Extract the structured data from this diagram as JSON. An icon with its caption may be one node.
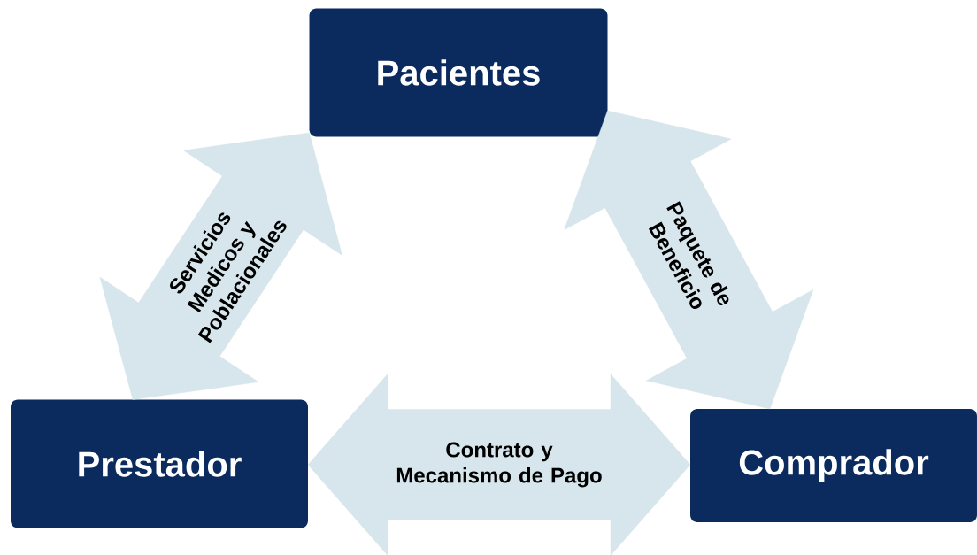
{
  "diagram": {
    "nodes": [
      {
        "text": [
          "Pacientes"
        ]
      },
      {
        "text": [
          "Prestador"
        ]
      },
      {
        "text": [
          "Comprador"
        ]
      }
    ],
    "edges": [
      {
        "from": 1,
        "to": 0,
        "arrow": "both",
        "label": "Servicios Medicos y Poblacionales"
      },
      {
        "from": 0,
        "to": 2,
        "arrow": "both",
        "label": "Paquete de Beneficio"
      },
      {
        "from": 1,
        "to": 2,
        "arrow": "both",
        "label": "Contrato y Mecanismo de Pago"
      }
    ]
  }
}
